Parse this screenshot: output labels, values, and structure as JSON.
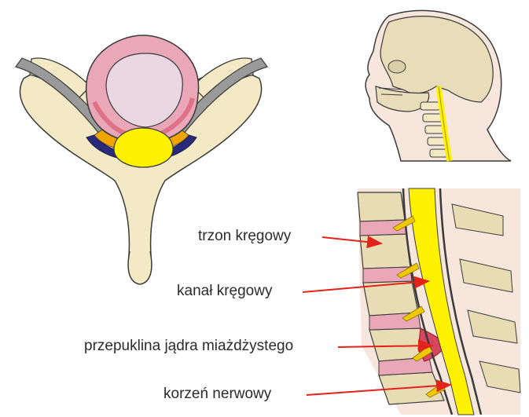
{
  "labels": {
    "vertebral_body": "trzon kręgowy",
    "spinal_canal": "kanał kręgowy",
    "disc_herniation": "przepuklina jądra miażdżystego",
    "nerve_root": "korzeń nerwowy"
  },
  "colors": {
    "bone": "#f3e9c4",
    "bone_outline": "#3a3a3a",
    "disc_pink": "#e9a7b8",
    "disc_center": "#ead7e2",
    "spinal_cord": "#fff100",
    "canal_orange": "#f0a400",
    "dura_navy": "#2a2a7a",
    "ligament_gray": "#8a8a8a",
    "skin": "#f7e6dc",
    "arrow_red": "#e2231a"
  }
}
